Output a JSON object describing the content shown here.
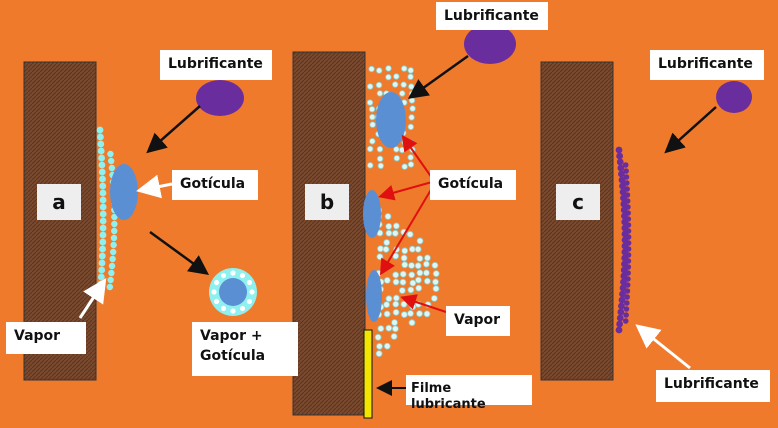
{
  "panels": {
    "a": {
      "letter": "a",
      "lubricant_label": "Lubrificante",
      "droplet_label": "Gotícula",
      "vapor_label": "Vapor",
      "vapor_droplet_label_line1": "Vapor +",
      "vapor_droplet_label_line2": "Gotícula"
    },
    "b": {
      "letter": "b",
      "lubricant_label": "Lubrificante",
      "droplet_label": "Gotícula",
      "vapor_label": "Vapor",
      "film_label": "Filme lubricante"
    },
    "c": {
      "letter": "c",
      "lubricant_label": "Lubrificante",
      "lubricant_bottom_label": "Lubrificante"
    }
  },
  "colors": {
    "background": "#f07a2c",
    "wall": "#7a4a2e",
    "droplet": "#5b8fd4",
    "vapor": "#8ff0f0",
    "lubricant": "#6a2d9e",
    "arrow_black": "#111111",
    "arrow_red": "#e01010",
    "film": "#f2e600"
  }
}
